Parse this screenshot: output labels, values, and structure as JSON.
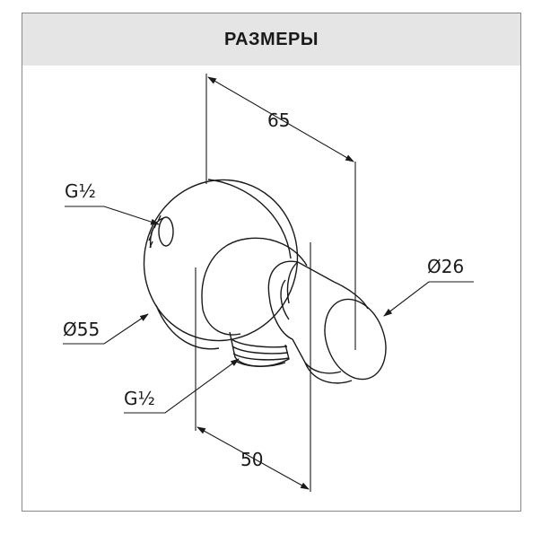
{
  "header": {
    "title": "РАЗМЕРЫ"
  },
  "dimensions": {
    "depth": "65",
    "thread_top": "G½",
    "flange_diameter": "Ø55",
    "thread_bottom": "G½",
    "offset": "50",
    "holder_diameter": "Ø26"
  }
}
